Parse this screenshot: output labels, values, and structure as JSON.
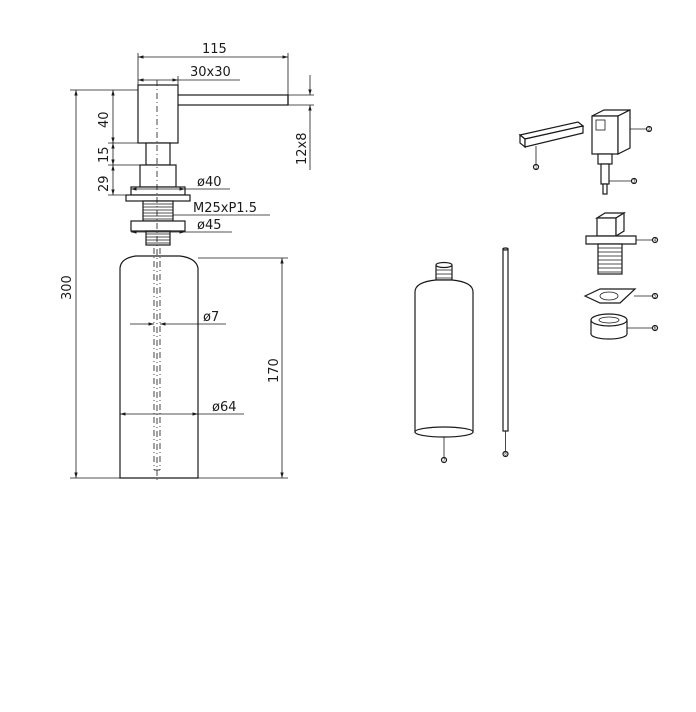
{
  "dimensions": {
    "overall_width": "115",
    "head_size": "30x30",
    "spout_size": "12x8",
    "head_height": "40",
    "collar_height": "15",
    "body_height": "29",
    "flange_diameter": "ø40",
    "thread": "M25xP1.5",
    "nut_diameter": "ø45",
    "total_height": "300",
    "tube_diameter": "ø7",
    "bottle_height": "170",
    "bottle_diameter": "ø64"
  },
  "callouts": {
    "spout": "1",
    "pump_head": "2",
    "pump_stem": "3",
    "mount_body": "4",
    "gasket": "5",
    "nut": "6",
    "bottle": "7",
    "tube": "8"
  }
}
